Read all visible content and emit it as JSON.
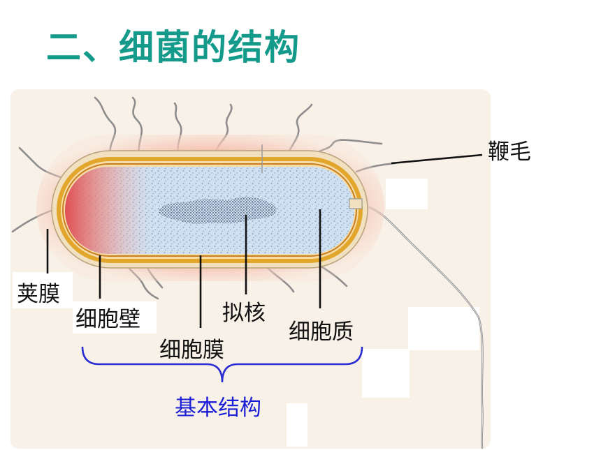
{
  "title": "二、细菌的结构",
  "labels": {
    "flagellum": "鞭毛",
    "capsule": "荚膜",
    "cell_wall": "细胞壁",
    "cell_membrane": "细胞膜",
    "nucleoid": "拟核",
    "cytoplasm": "细胞质",
    "basic_structure": "基本结构"
  },
  "colors": {
    "title": "#149a8b",
    "basic_structure": "#1c1fd6",
    "capsule": "#f6c7b6",
    "cell_wall": "#e3a62c",
    "cytoplasm": "#cfe0f0",
    "panel": "#f8f1e7"
  }
}
